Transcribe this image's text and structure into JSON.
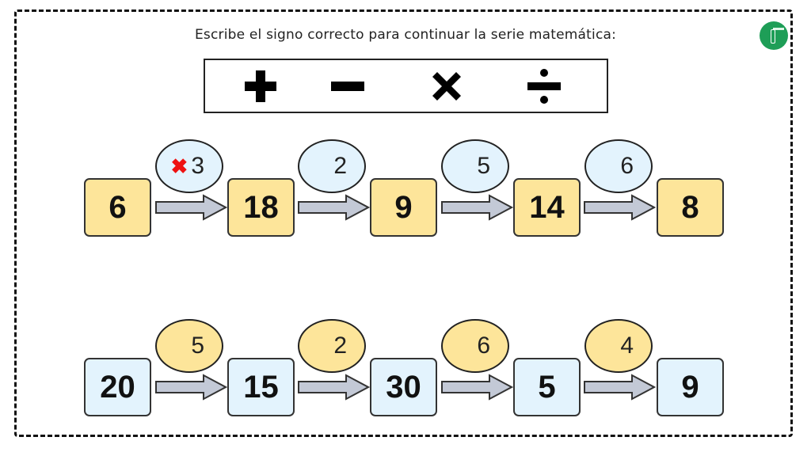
{
  "instruction": "Escribe el signo correcto para continuar la serie matemática:",
  "logo": {
    "icon": "brand-logo-icon",
    "color": "#1e9e57"
  },
  "signs": [
    {
      "name": "plus",
      "symbol": "+"
    },
    {
      "name": "minus",
      "symbol": "−"
    },
    {
      "name": "times",
      "symbol": "×"
    },
    {
      "name": "divide",
      "symbol": "÷"
    }
  ],
  "colors": {
    "yellow": "#fde59a",
    "light_blue": "#e3f3fd",
    "arrow": "#c3c9d6",
    "answer_mark": "#e11111"
  },
  "series": [
    {
      "boxes": [
        "6",
        "18",
        "9",
        "14",
        "8"
      ],
      "operands": [
        {
          "answer": "✖",
          "value": "3"
        },
        {
          "answer": "",
          "value": "2"
        },
        {
          "answer": "",
          "value": "5"
        },
        {
          "answer": "",
          "value": "6"
        }
      ]
    },
    {
      "boxes": [
        "20",
        "15",
        "30",
        "5",
        "9"
      ],
      "operands": [
        {
          "answer": "",
          "value": "5"
        },
        {
          "answer": "",
          "value": "2"
        },
        {
          "answer": "",
          "value": "6"
        },
        {
          "answer": "",
          "value": "4"
        }
      ]
    }
  ]
}
